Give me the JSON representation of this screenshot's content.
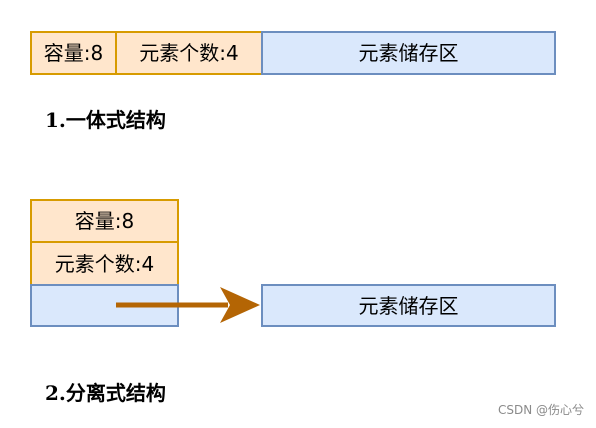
{
  "integrated": {
    "capacity_label": "容量:8",
    "count_label": "元素个数:4",
    "storage_label": "元素储存区",
    "caption_number": "1.",
    "caption_text": "一体式结构"
  },
  "separated": {
    "capacity_label": "容量:8",
    "count_label": "元素个数:4",
    "storage_label": "元素储存区",
    "caption_number": "2.",
    "caption_text": "分离式结构"
  },
  "watermark": "CSDN @伤心兮",
  "colors": {
    "header_fill": "#ffe6cc",
    "header_border": "#d79b00",
    "storage_fill": "#dae8fc",
    "storage_border": "#6c8ebf",
    "arrow": "#b46504"
  }
}
